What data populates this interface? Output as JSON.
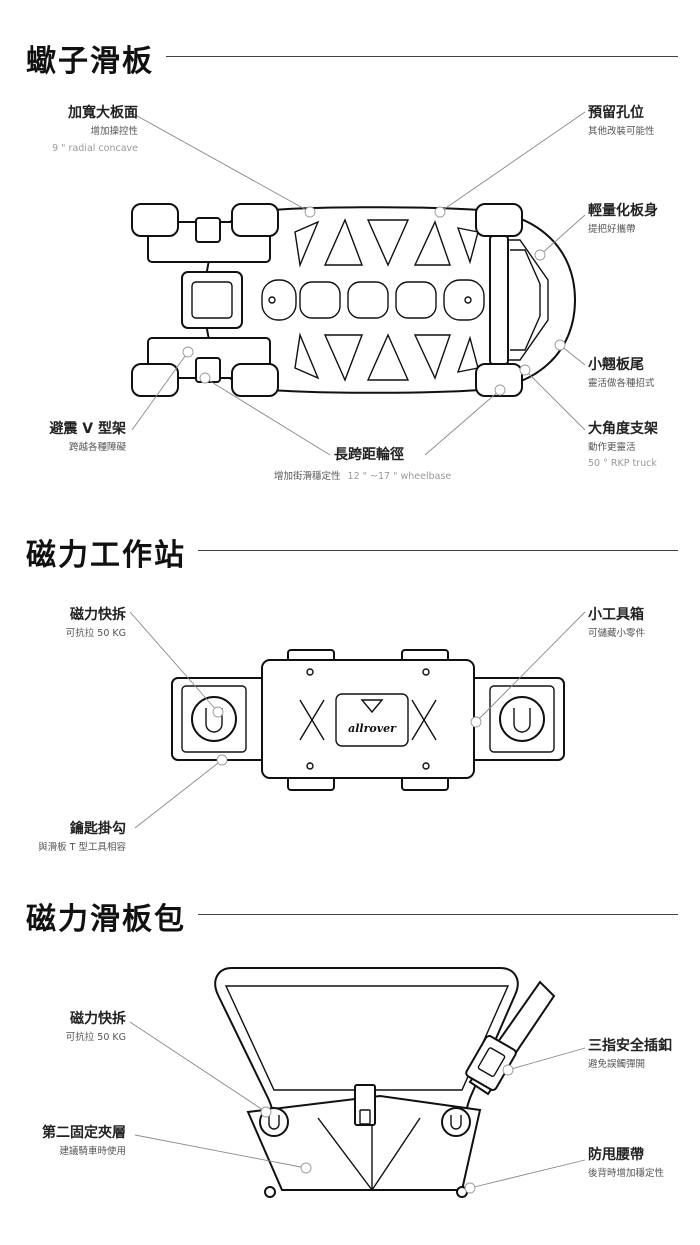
{
  "section1": {
    "title": "蠍子滑板",
    "labels": {
      "wide_deck": "加寬大板面",
      "wide_deck_sub": "增加操控性",
      "wide_deck_spec": "9 \" radial concave",
      "reserved_holes": "預留孔位",
      "reserved_holes_sub": "其他改裝可能性",
      "light_body": "輕量化板身",
      "light_body_sub": "提把好攜帶",
      "kicktail": "小翹板尾",
      "kicktail_sub": "靈活做各種招式",
      "shock_v": "避震 V 型架",
      "shock_v_sub": "跨越各種障礙",
      "big_angle": "大角度支架",
      "big_angle_sub": "動作更靈活",
      "big_angle_spec": "50 ° RKP truck",
      "wheelbase": "長跨距輪徑",
      "wheelbase_sub": "增加街滑穩定性",
      "wheelbase_spec": "12 \" ~17 \" wheelbase"
    }
  },
  "section2": {
    "title": "磁力工作站",
    "labels": {
      "mag_release": "磁力快拆",
      "mag_release_sub": "可抗拉 50 KG",
      "toolbox": "小工具箱",
      "toolbox_sub": "可儲藏小零件",
      "key_hook": "鑰匙掛勾",
      "key_hook_sub": "與滑板 T 型工具相容"
    },
    "logo_text": "allrover"
  },
  "section3": {
    "title": "磁力滑板包",
    "labels": {
      "mag_release": "磁力快拆",
      "mag_release_sub": "可抗拉 50 KG",
      "second_layer": "第二固定夾層",
      "second_layer_sub": "建議騎車時使用",
      "buckle": "三指安全插釦",
      "buckle_sub": "避免誤觸彈開",
      "waist_strap": "防甩腰帶",
      "waist_strap_sub": "後背時增加穩定性"
    }
  }
}
